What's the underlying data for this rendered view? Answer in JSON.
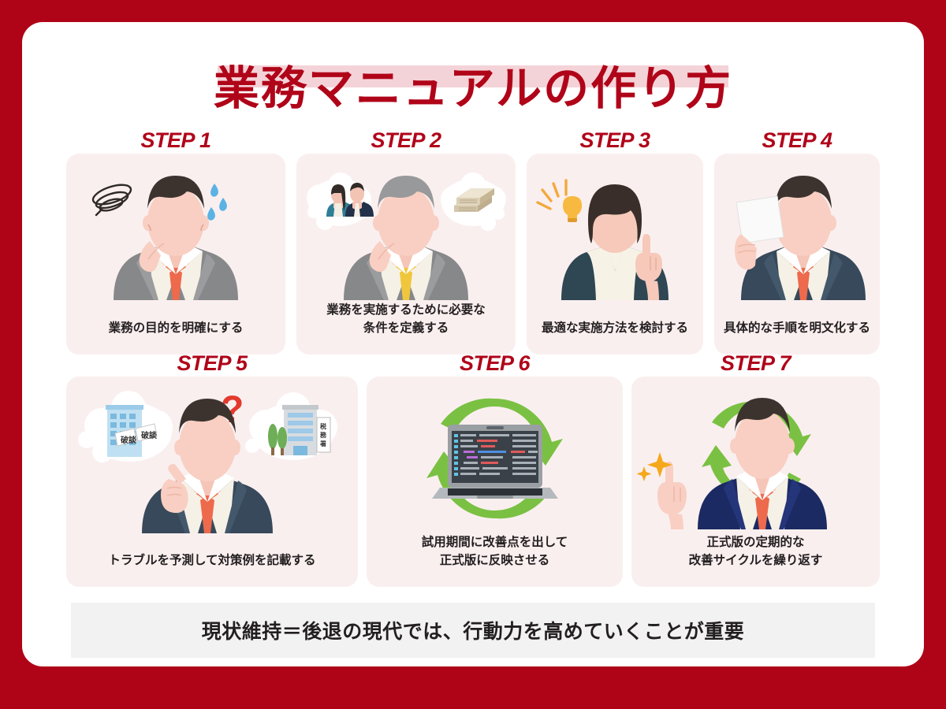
{
  "theme": {
    "border_red": "#AF0417",
    "title_red": "#B00419",
    "title_highlight": "#F4D3D8",
    "card_bg": "#FAEFEF",
    "panel_bg": "#FFFFFF",
    "footer_bg": "#F2F2F2",
    "text_dark": "#231F20",
    "accent_green": "#7AC143",
    "accent_orange": "#ED6A4C",
    "accent_yellow": "#F0C63C",
    "accent_blue": "#5BB3E4"
  },
  "header": {
    "title": "業務マニュアルの作り方"
  },
  "steps": [
    {
      "label": "STEP 1",
      "caption": "業務の目的を明確にする",
      "art": "confused-businessman-gray-suit",
      "art_items": [
        "scribble-cloud-icon",
        "sweat-drops-icon",
        "man-gray-suit-orange-tie"
      ]
    },
    {
      "label": "STEP 2",
      "caption": "業務を実施するために必要な\n条件を定義する",
      "art": "thinking-businessman-with-thought-bubbles",
      "art_items": [
        "thought-bubble-people-icon",
        "thought-bubble-money-icon",
        "man-gray-suit-yellow-tie"
      ]
    },
    {
      "label": "STEP 3",
      "caption": "最適な実施方法を検討する",
      "art": "woman-idea-lightbulb",
      "art_items": [
        "lightbulb-icon",
        "woman-pointing-up"
      ]
    },
    {
      "label": "STEP 4",
      "caption": "具体的な手順を明文化する",
      "art": "businessman-holding-document",
      "art_items": [
        "document-paper-icon",
        "man-navy-suit-orange-tie"
      ]
    },
    {
      "label": "STEP 5",
      "caption": "トラブルを予測して対策例を記載する",
      "art": "businessman-question-thought-clouds",
      "art_items": [
        "question-mark-icon",
        "thought-cloud-building-broken-deal",
        "thought-cloud-tax-office"
      ],
      "bubble_texts": [
        "破談",
        "税務署"
      ]
    },
    {
      "label": "STEP 6",
      "caption": "試用期間に改善点を出して\n正式版に反映させる",
      "art": "laptop-with-cycle-arrows",
      "art_items": [
        "laptop-icon",
        "cycle-arrows-icon"
      ]
    },
    {
      "label": "STEP 7",
      "caption": "正式版の定期的な\n改善サイクルを繰り返す",
      "art": "businessman-with-cycle-arrows",
      "art_items": [
        "cycle-arrows-icon",
        "sparkle-icon",
        "man-navy-suit-pointing-up"
      ]
    }
  ],
  "footer": {
    "message": "現状維持＝後退の現代では、行動力を高めていくことが重要"
  }
}
